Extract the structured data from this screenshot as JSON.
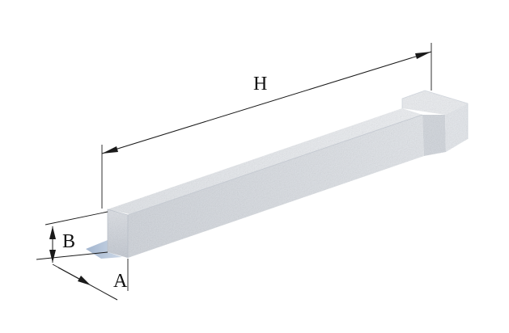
{
  "dimensions": {
    "length_label": "H",
    "height_label": "B",
    "width_label": "A"
  },
  "colors": {
    "beam_top": "#e9ebee",
    "beam_front": "#dcdfe4",
    "beam_side": "#c9ced6",
    "shadow": "#9fb3cf",
    "dimension_line": "#1a1a1a"
  }
}
